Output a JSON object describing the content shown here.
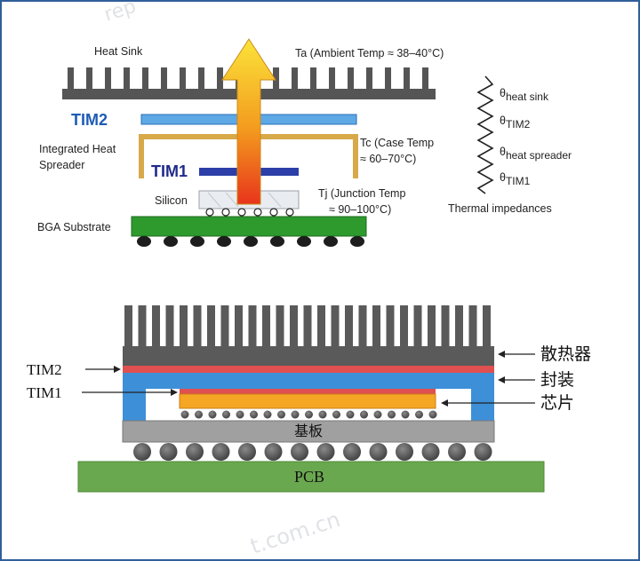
{
  "top_diagram": {
    "heat_sink": "Heat Sink",
    "ambient": "Ta (Ambient Temp ≈ 38–40°C)",
    "tim2": "TIM2",
    "ihs_line1": "Integrated Heat",
    "ihs_line2": "Spreader",
    "case_line1": "Tc (Case Temp",
    "case_line2": "≈ 60–70°C)",
    "tim1": "TIM1",
    "silicon": "Silicon",
    "junction_line1": "Tj (Junction Temp",
    "junction_line2": "≈ 90–100°C)",
    "bga": "BGA Substrate",
    "theta": "θ",
    "impedance_subs": [
      "heat sink",
      "TIM2",
      "heat spreader",
      "TIM1"
    ],
    "impedances_caption": "Thermal impedances"
  },
  "bottom_diagram": {
    "heatsink": "散热器",
    "package": "封装",
    "chip": "芯片",
    "substrate": "基板",
    "pcb": "PCB",
    "tim2": "TIM2",
    "tim1": "TIM1"
  },
  "colors": {
    "tim2_text": "#1e5bb5",
    "tim1_text": "#1f2a8c",
    "tim2_bar": "#5ea8e6",
    "tim1_bar": "#2c3fa8",
    "spreader": "#d8a948",
    "bga_green": "#2e9a2e",
    "pcb_green": "#6aa84f",
    "package_blue": "#3d8fd8",
    "chip_orange": "#f5a623",
    "tim2_red": "#e05050",
    "heatsink_gray": "#555555"
  },
  "watermark": {
    "top": "rep",
    "bottom": "t.com.cn"
  }
}
